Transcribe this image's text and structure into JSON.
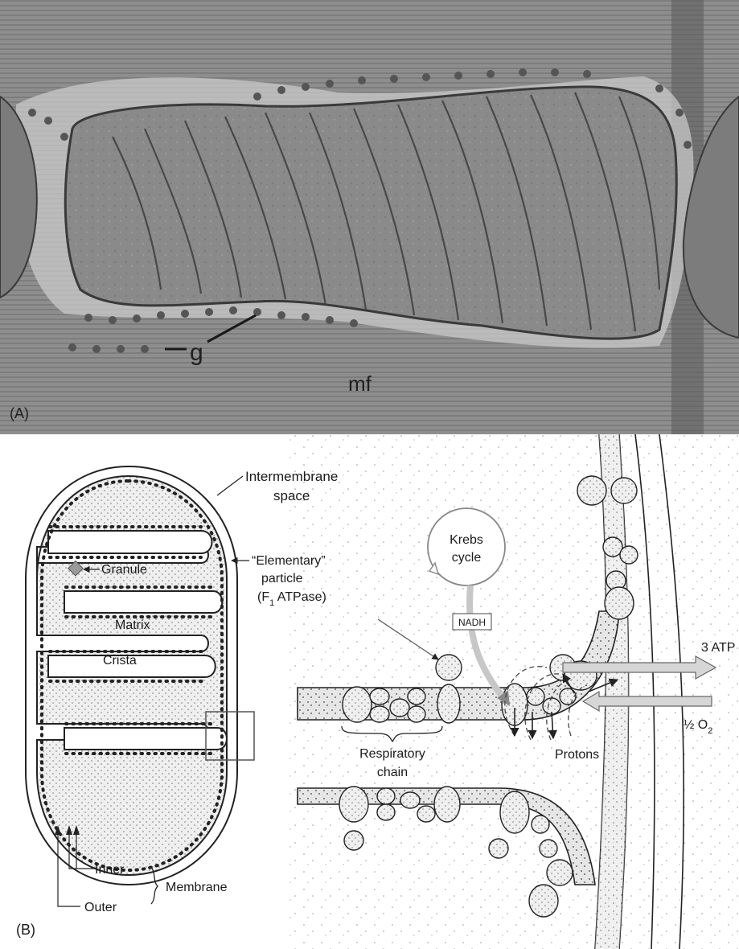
{
  "panel_a": {
    "panel_label": "(A)",
    "label_g": "g",
    "label_mf": "mf",
    "colors": {
      "background": "#8f8f8f",
      "dark": "#4a4a4a",
      "granule": "#5a5a5a"
    }
  },
  "panel_b": {
    "panel_label": "(B)",
    "labels": {
      "intermembrane_1": "Intermembrane",
      "intermembrane_2": "space",
      "granule": "Granule",
      "elementary_1": "“Elementary”",
      "elementary_2": "particle",
      "elementary_3_pre": "(F",
      "elementary_3_sub": "1",
      "elementary_3_post": " ATPase)",
      "matrix": "Matrix",
      "crista": "Crista",
      "inner": "Inner",
      "outer": "Outer",
      "membrane": "Membrane",
      "krebs_1": "Krebs",
      "krebs_2": "cycle",
      "nadh": "NADH",
      "resp_1": "Respiratory",
      "resp_2": "chain",
      "protons": "Protons",
      "atp": "3 ATP",
      "o2_pre": "½ O",
      "o2_sub": "2"
    }
  }
}
